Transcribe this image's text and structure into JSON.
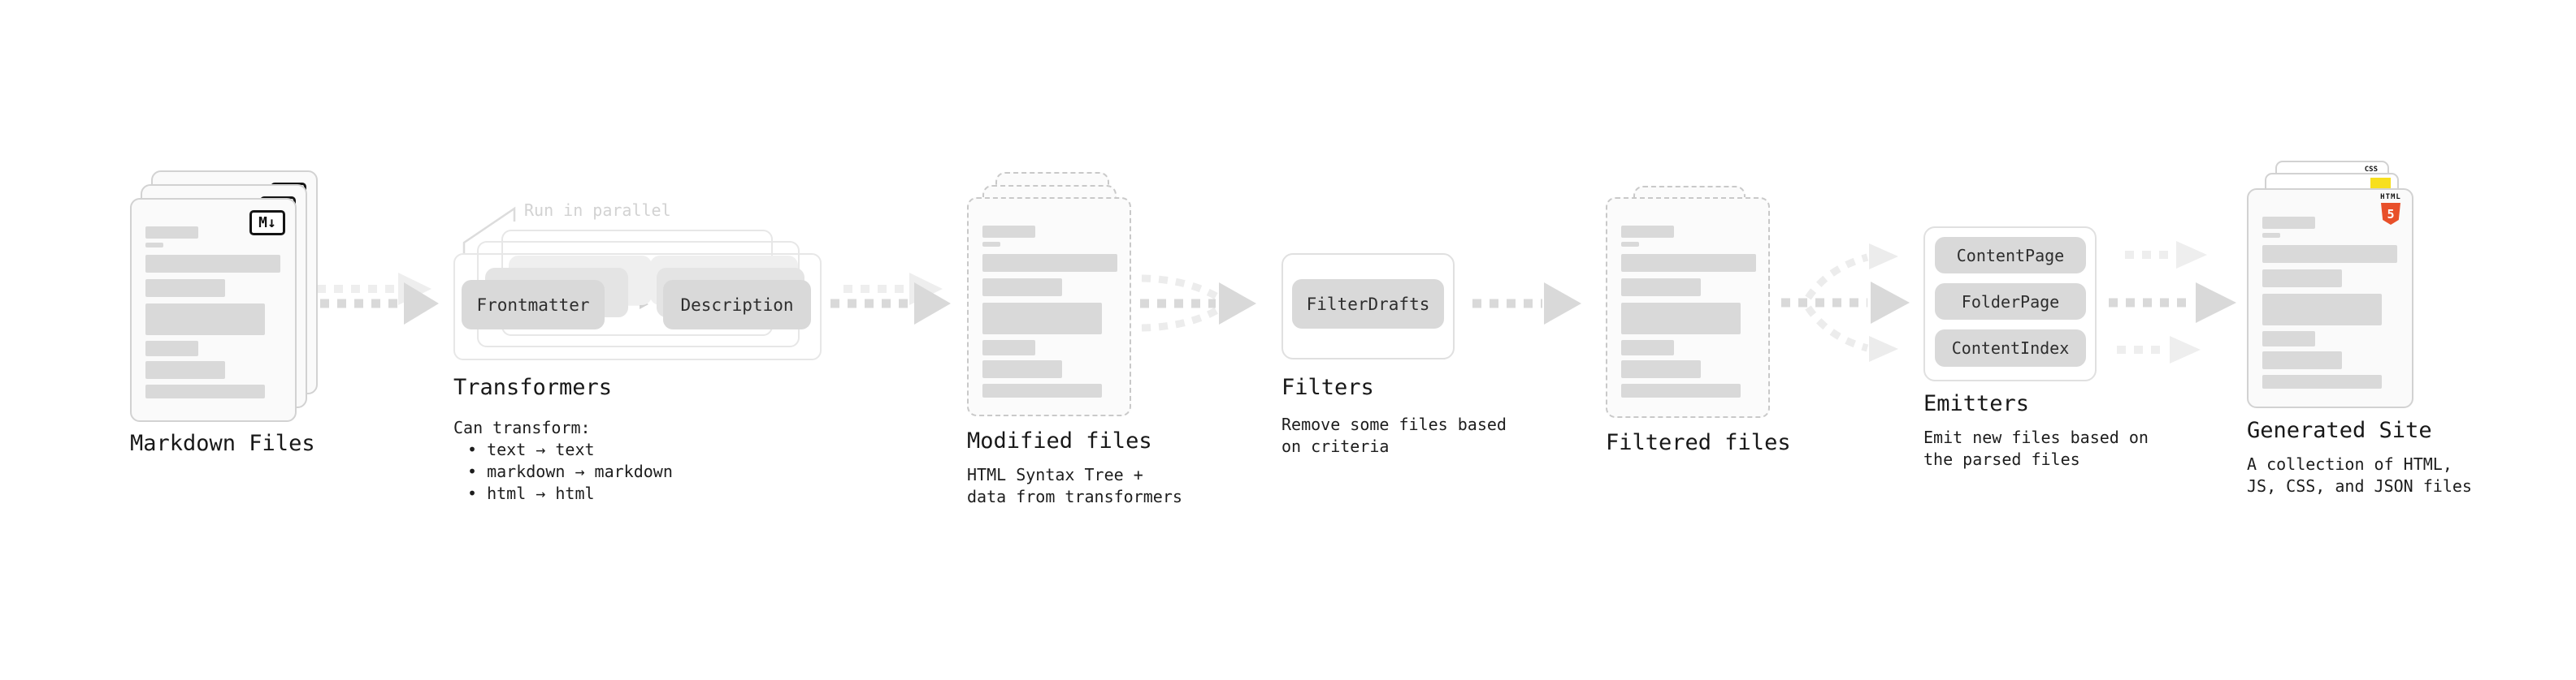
{
  "diagram": {
    "markdown": {
      "label": "Markdown Files",
      "badge": "M↓"
    },
    "transformers": {
      "label": "Transformers",
      "note": "Run in parallel",
      "pill_left": "Frontmatter",
      "pill_right": "Description",
      "desc": [
        "Can transform:",
        "• text → text",
        "• markdown → markdown",
        "• html → html"
      ]
    },
    "modified": {
      "label": "Modified files",
      "desc": [
        "HTML Syntax Tree +",
        "data from transformers"
      ]
    },
    "filters": {
      "label": "Filters",
      "pill": "FilterDrafts",
      "desc": [
        "Remove some files based",
        "on criteria"
      ]
    },
    "filtered": {
      "label": "Filtered files"
    },
    "emitters": {
      "label": "Emitters",
      "pills": [
        "ContentPage",
        "FolderPage",
        "ContentIndex"
      ],
      "desc": [
        "Emit new files based on",
        "the parsed files"
      ]
    },
    "generated": {
      "label": "Generated Site",
      "desc": [
        "A collection of HTML,",
        "JS, CSS, and JSON files"
      ],
      "css_badge": "CSS",
      "html_badge_text": "HTML",
      "html_badge_number": "5"
    }
  },
  "colors": {
    "background": "#ffffff",
    "card_bg": "#fafafa",
    "card_border": "#d2d2d2",
    "bar_gray": "#d9d9d9",
    "pill_gray": "#d9d9d9",
    "arrow_gray": "#d9d9d9",
    "arrow_light": "#ededed",
    "note_gray": "#d2d2d2",
    "js_yellow": "#f7df1e",
    "html_orange": "#e8502a",
    "css_blue": "#2f6fe0"
  }
}
